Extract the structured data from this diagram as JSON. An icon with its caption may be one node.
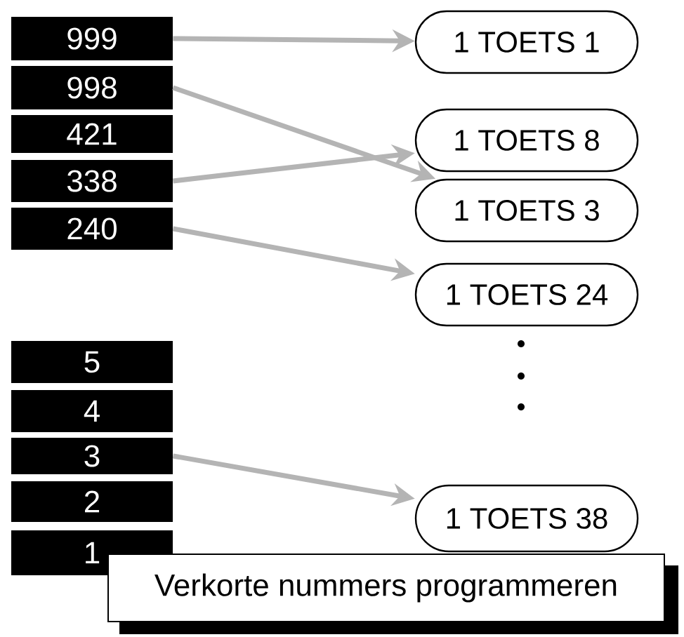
{
  "diagram": {
    "nodes": [
      {
        "text": [
          "999"
        ]
      },
      {
        "text": [
          "998"
        ]
      },
      {
        "text": [
          "421"
        ]
      },
      {
        "text": [
          "338"
        ]
      },
      {
        "text": [
          "240"
        ]
      },
      {
        "text": [
          "5"
        ]
      },
      {
        "text": [
          "4"
        ]
      },
      {
        "text": [
          "3"
        ]
      },
      {
        "text": [
          "2"
        ]
      },
      {
        "text": [
          "1"
        ]
      },
      {
        "text": [
          "1 TOETS 1"
        ]
      },
      {
        "text": [
          "1 TOETS 8"
        ]
      },
      {
        "text": [
          "1 TOETS 3"
        ]
      },
      {
        "text": [
          "1 TOETS 24"
        ]
      },
      {
        "text": [
          "1 TOETS 38"
        ]
      },
      {
        "text": [
          "Verkorte nummers programmeren"
        ]
      }
    ],
    "edges": [
      {
        "from": 0,
        "to": 10,
        "arrow": "to"
      },
      {
        "from": 1,
        "to": 12,
        "arrow": "to"
      },
      {
        "from": 3,
        "to": 11,
        "arrow": "to"
      },
      {
        "from": 4,
        "to": 13,
        "arrow": "to"
      },
      {
        "from": 7,
        "to": 14,
        "arrow": "to"
      }
    ]
  }
}
